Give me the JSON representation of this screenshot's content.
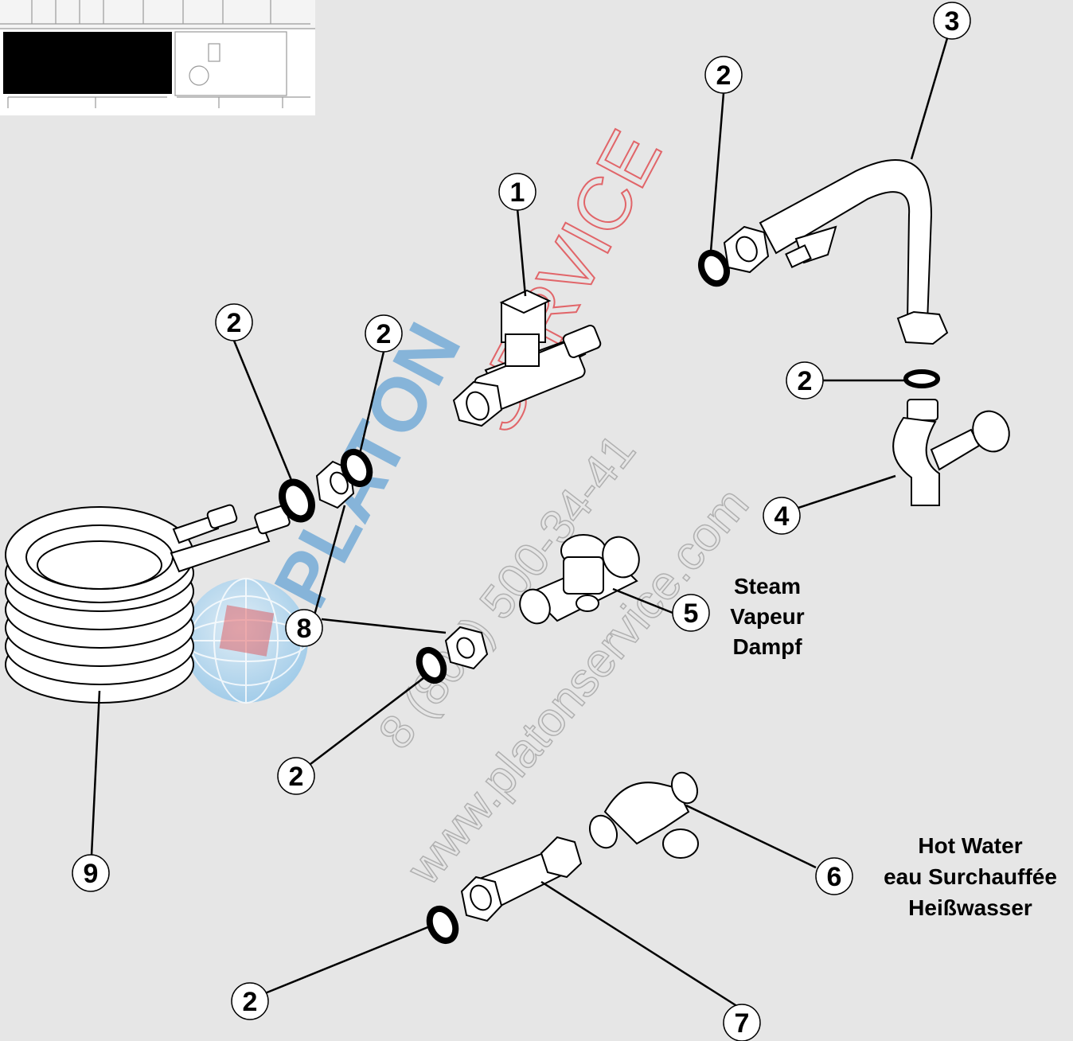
{
  "callouts": {
    "c1": "1",
    "c2a": "2",
    "c2b": "2",
    "c2c": "2",
    "c2d": "2",
    "c2e": "2",
    "c2f": "2",
    "c3": "3",
    "c4": "4",
    "c5": "5",
    "c6": "6",
    "c7": "7",
    "c8": "8",
    "c9": "9"
  },
  "labels": {
    "steam": [
      "Steam",
      "Vapeur",
      "Dampf"
    ],
    "hot_water": [
      "Hot Water",
      "eau Surchauffée",
      "Heißwasser"
    ]
  },
  "watermark": {
    "brand_a": "PLATON",
    "brand_b": "SERVICE",
    "phone": "8 (800) 500-34-41",
    "website": "www.platonservice.com"
  },
  "colors": {
    "background": "#e6e6e6",
    "callout_fill": "#ffffff",
    "watermark_blue": "#6fa8d6",
    "watermark_red": "#e0464b"
  }
}
